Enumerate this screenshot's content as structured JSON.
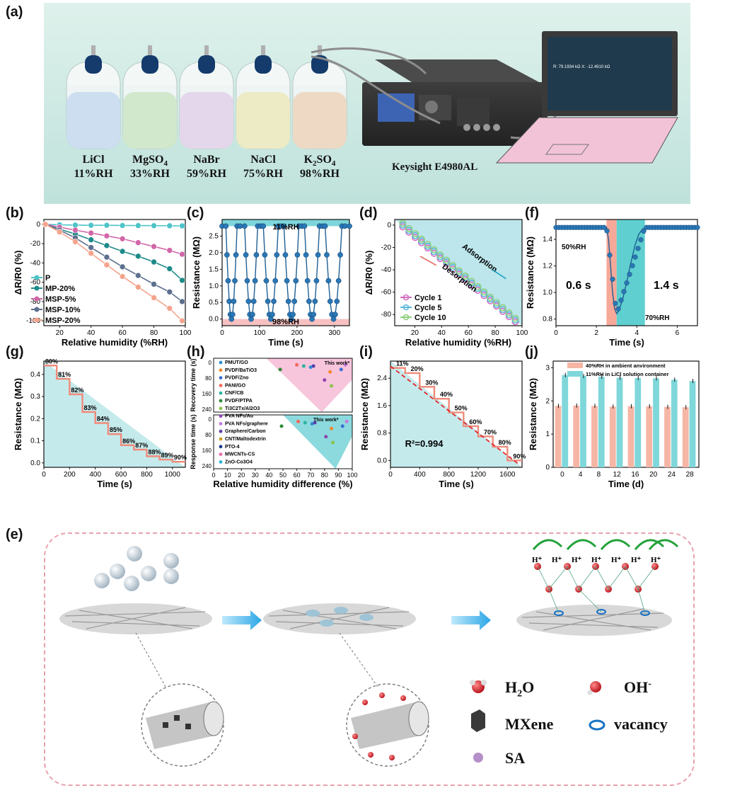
{
  "panels": {
    "a": "(a)",
    "b": "(b)",
    "c": "(c)",
    "d": "(d)",
    "e": "(e)",
    "f": "(f)",
    "g": "(g)",
    "h": "(h)",
    "i": "(i)",
    "j": "(j)"
  },
  "colors": {
    "teal_bg": "#cdebe6",
    "bottle1": "#c9dcef",
    "bottle2": "#cfe7c9",
    "bottle3": "#e3d5ea",
    "bottle4": "#eceac3",
    "bottle5": "#ecd7c1",
    "laptop": "#f2c3d6",
    "series_blue": "#2a77b5",
    "salmon": "#f4a48c",
    "cyan": "#6fd1d6",
    "pink_band": "#f5b6d3",
    "dash_circle": "#e8a2ad"
  },
  "setup": {
    "bottles": [
      {
        "salt": "LiCl",
        "salt_sub": "",
        "rh": "11%RH"
      },
      {
        "salt": "MgSO",
        "salt_sub": "4",
        "rh": "33%RH"
      },
      {
        "salt": "NaBr",
        "salt_sub": "",
        "rh": "59%RH"
      },
      {
        "salt": "NaCl",
        "salt_sub": "",
        "rh": "75%RH"
      },
      {
        "salt": "K",
        "salt_sub": "2",
        "salt_tail": "SO",
        "salt_sub2": "4",
        "rh": "98%RH"
      }
    ],
    "instrument": "Keysight E4980AL",
    "screen_readout": "R: 79.1934 kΩ   X: -12.4910 kΩ"
  },
  "chart_data": [
    {
      "panel": "b",
      "type": "line",
      "xlabel": "Relative humidity (%RH)",
      "ylabel": "ΔR/R0 (%)",
      "xlim": [
        10,
        100
      ],
      "ylim": [
        -105,
        5
      ],
      "xticks": [
        20,
        40,
        60,
        80,
        100
      ],
      "yticks": [
        0,
        -20,
        -40,
        -60,
        -80,
        -100
      ],
      "legend_position": "bottom-left",
      "series": [
        {
          "name": "P",
          "color": "#4cc4c9",
          "x": [
            11,
            20,
            30,
            40,
            50,
            60,
            70,
            80,
            90,
            98
          ],
          "y": [
            0,
            -0.5,
            -0.8,
            -1,
            -1,
            -1.2,
            -1.3,
            -1.4,
            -1.5,
            -1.6
          ]
        },
        {
          "name": "MP-20%",
          "color": "#1e8a8a",
          "x": [
            11,
            20,
            30,
            40,
            50,
            60,
            70,
            80,
            90,
            98
          ],
          "y": [
            0,
            -5,
            -10,
            -16,
            -22,
            -28,
            -33,
            -39,
            -46,
            -58
          ]
        },
        {
          "name": "MSP-5%",
          "color": "#d266a8",
          "x": [
            11,
            20,
            30,
            40,
            50,
            60,
            70,
            80,
            90,
            98
          ],
          "y": [
            0,
            -3,
            -6,
            -9,
            -12,
            -15,
            -19,
            -23,
            -27,
            -31
          ]
        },
        {
          "name": "MSP-10%",
          "color": "#5c6f8e",
          "x": [
            11,
            20,
            30,
            40,
            50,
            60,
            70,
            80,
            90,
            98
          ],
          "y": [
            0,
            -6,
            -14,
            -24,
            -34,
            -44,
            -53,
            -62,
            -70,
            -80
          ]
        },
        {
          "name": "MSP-20%",
          "color": "#f4a48c",
          "x": [
            11,
            20,
            30,
            40,
            50,
            60,
            70,
            80,
            90,
            98
          ],
          "y": [
            0,
            -8,
            -18,
            -30,
            -42,
            -54,
            -65,
            -76,
            -87,
            -100
          ]
        }
      ]
    },
    {
      "panel": "c",
      "type": "line",
      "xlabel": "Time (s)",
      "ylabel": "Resistance (MΩ)",
      "xlim": [
        0,
        340
      ],
      "ylim": [
        -0.2,
        3.0
      ],
      "xticks": [
        0,
        100,
        200,
        300
      ],
      "yticks": [
        0.0,
        0.5,
        1.0,
        1.5,
        2.0,
        2.5
      ],
      "annotations": [
        "11%RH",
        "98%RH"
      ],
      "high": 2.8,
      "low": 0.0,
      "cycles": [
        [
          10,
          40
        ],
        [
          60,
          95
        ],
        [
          110,
          150
        ],
        [
          165,
          205
        ],
        [
          220,
          260
        ],
        [
          275,
          320
        ]
      ]
    },
    {
      "panel": "d",
      "type": "scatter",
      "xlabel": "Relative humidity (%RH)",
      "ylabel": "ΔR/R0 (%)",
      "xlim": [
        5,
        100
      ],
      "ylim": [
        -90,
        5
      ],
      "xticks": [
        20,
        40,
        60,
        80,
        100
      ],
      "yticks": [
        0,
        -20,
        -40,
        -60,
        -80
      ],
      "annotations": [
        "Adsorption",
        "Desorption"
      ],
      "series": [
        {
          "name": "Cycle 1",
          "color": "#d36ec0"
        },
        {
          "name": "Cycle 5",
          "color": "#5db9dc"
        },
        {
          "name": "Cycle 10",
          "color": "#8fd07f"
        }
      ],
      "x_range": [
        11,
        95
      ],
      "y_range": [
        0,
        -85
      ]
    },
    {
      "panel": "f",
      "type": "line",
      "xlabel": "Time (s)",
      "ylabel": "Resistance (MΩ)",
      "xlim": [
        0,
        7
      ],
      "ylim": [
        0.75,
        1.55
      ],
      "xticks": [
        0,
        2,
        4,
        6
      ],
      "yticks": [
        0.8,
        1.0,
        1.2,
        1.4
      ],
      "annotations": [
        "50%RH",
        "70%RH",
        "0.6 s",
        "1.4 s"
      ],
      "x": [
        0,
        0.5,
        1,
        1.5,
        2,
        2.5,
        2.6,
        2.7,
        2.8,
        2.9,
        3.0,
        3.1,
        3.3,
        3.5,
        3.7,
        3.9,
        4.1,
        4.3,
        4.5,
        5,
        5.5,
        6,
        6.5,
        7
      ],
      "y": [
        1.49,
        1.49,
        1.49,
        1.49,
        1.49,
        1.49,
        1.4,
        1.2,
        1.0,
        0.88,
        0.84,
        0.86,
        0.95,
        1.08,
        1.22,
        1.35,
        1.44,
        1.48,
        1.49,
        1.49,
        1.49,
        1.49,
        1.49,
        1.49
      ]
    },
    {
      "panel": "g",
      "type": "line",
      "xlabel": "Time (s)",
      "ylabel": "Resistance (MΩ)",
      "xlim": [
        0,
        1100
      ],
      "ylim": [
        -0.02,
        0.46
      ],
      "xticks": [
        0,
        200,
        400,
        600,
        800,
        1000
      ],
      "yticks": [
        0.0,
        0.1,
        0.2,
        0.3,
        0.4
      ],
      "steps": [
        {
          "label": "80%",
          "x0": 0,
          "x1": 100,
          "y": 0.44
        },
        {
          "label": "81%",
          "x0": 100,
          "x1": 200,
          "y": 0.38
        },
        {
          "label": "82%",
          "x0": 200,
          "x1": 300,
          "y": 0.31
        },
        {
          "label": "83%",
          "x0": 300,
          "x1": 400,
          "y": 0.23
        },
        {
          "label": "84%",
          "x0": 400,
          "x1": 500,
          "y": 0.18
        },
        {
          "label": "85%",
          "x0": 500,
          "x1": 600,
          "y": 0.13
        },
        {
          "label": "86%",
          "x0": 600,
          "x1": 700,
          "y": 0.08
        },
        {
          "label": "87%",
          "x0": 700,
          "x1": 800,
          "y": 0.06
        },
        {
          "label": "88%",
          "x0": 800,
          "x1": 900,
          "y": 0.03
        },
        {
          "label": "89%",
          "x0": 900,
          "x1": 1000,
          "y": 0.015
        },
        {
          "label": "90%",
          "x0": 1000,
          "x1": 1100,
          "y": 0.005
        }
      ]
    },
    {
      "panel": "h",
      "type": "scatter",
      "xlabel": "Relative humidity difference (%)",
      "ylabel_top": "Recovery time (s)",
      "ylabel_bottom": "Response time (s)",
      "xlim": [
        0,
        100
      ],
      "xticks": [
        0,
        10,
        20,
        30,
        40,
        50,
        60,
        70,
        80,
        90,
        100
      ],
      "yticks": [
        0,
        80,
        160,
        240
      ],
      "annotation": "This work*",
      "legend": [
        "PMUT/GO",
        "PVDF/BaTiO3",
        "PVDF/Zno",
        "PANI/GO",
        "CNF/CB",
        "PVDF/PTPA",
        "Ti3C2Tx/Al2O3",
        "PVA NFs/Au",
        "PVA NFs/graphere",
        "Graphere/Carbon",
        "CNT/Maltodextrin",
        "PTO-4",
        "MWCNTs-CS",
        "ZnO-Co3O4"
      ]
    },
    {
      "panel": "i",
      "type": "line",
      "xlabel": "Time (s)",
      "ylabel": "Resistance (MΩ)",
      "xlim": [
        0,
        1800
      ],
      "ylim": [
        -0.2,
        2.9
      ],
      "xticks": [
        0,
        400,
        800,
        1200,
        1600
      ],
      "yticks": [
        0.0,
        0.8,
        1.6,
        2.4
      ],
      "annotation": "R²=0.994",
      "steps": [
        {
          "label": "11%",
          "x0": 0,
          "x1": 200,
          "y": 2.7
        },
        {
          "label": "20%",
          "x0": 200,
          "x1": 400,
          "y": 2.55
        },
        {
          "label": "30%",
          "x0": 400,
          "x1": 600,
          "y": 2.15
        },
        {
          "label": "40%",
          "x0": 600,
          "x1": 800,
          "y": 1.8
        },
        {
          "label": "50%",
          "x0": 800,
          "x1": 1000,
          "y": 1.4
        },
        {
          "label": "60%",
          "x0": 1000,
          "x1": 1200,
          "y": 1.0
        },
        {
          "label": "70%",
          "x0": 1200,
          "x1": 1400,
          "y": 0.7
        },
        {
          "label": "80%",
          "x0": 1400,
          "x1": 1600,
          "y": 0.4
        },
        {
          "label": "90%",
          "x0": 1600,
          "x1": 1800,
          "y": 0.0
        }
      ]
    },
    {
      "panel": "j",
      "type": "bar",
      "xlabel": "Time (d)",
      "ylabel": "Resistance (MΩ)",
      "ylim": [
        0,
        3.2
      ],
      "yticks": [
        0,
        1,
        2,
        3
      ],
      "categories": [
        "0",
        "4",
        "8",
        "12",
        "16",
        "20",
        "24",
        "28"
      ],
      "series": [
        {
          "name": "40%RH in ambient anvironment",
          "color": "#f6b6a6",
          "values": [
            1.85,
            1.86,
            1.85,
            1.83,
            1.84,
            1.84,
            1.82,
            1.81
          ]
        },
        {
          "name": "11%RH in LiCl solution container",
          "color": "#7fd7da",
          "values": [
            2.78,
            2.75,
            2.73,
            2.7,
            2.69,
            2.68,
            2.64,
            2.6
          ]
        }
      ]
    }
  ],
  "mechanism": {
    "hplus": "H⁺",
    "legend": [
      {
        "sym": "H",
        "sub": "2",
        "tail": "O"
      },
      {
        "sym": "OH",
        "sup": "-"
      },
      {
        "sym": "MXene"
      },
      {
        "sym": "vacancy"
      },
      {
        "sym": "SA"
      }
    ]
  }
}
